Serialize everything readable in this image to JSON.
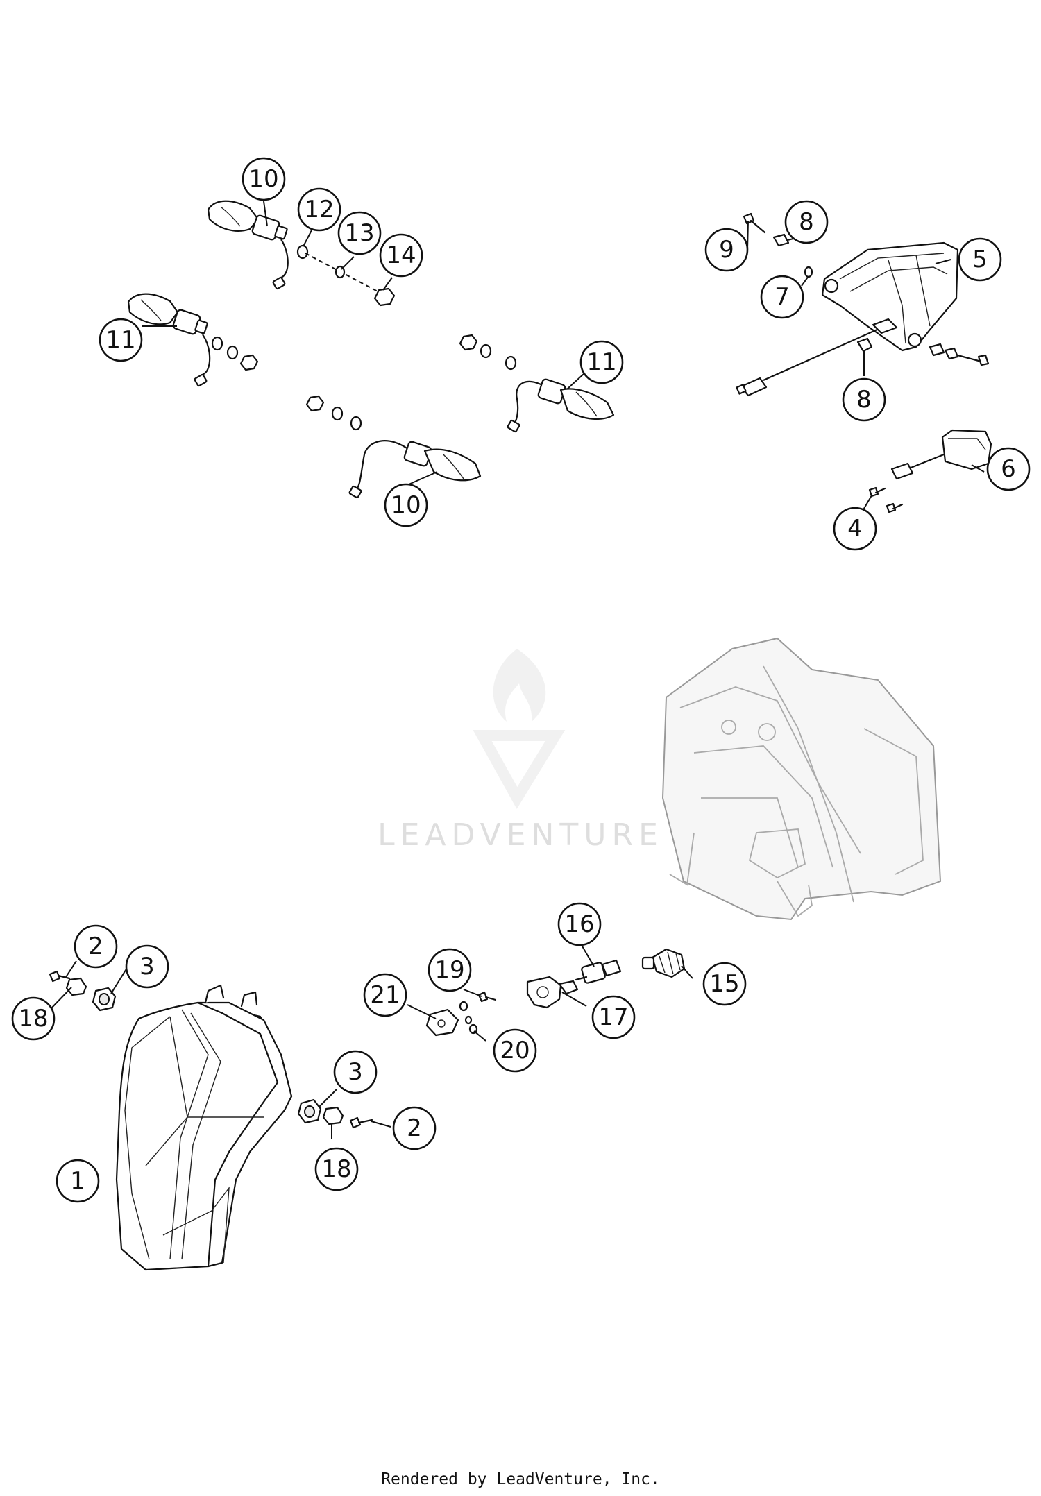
{
  "diagram": {
    "callouts": [
      {
        "id": "c10a",
        "label": "10"
      },
      {
        "id": "c12",
        "label": "12"
      },
      {
        "id": "c13",
        "label": "13"
      },
      {
        "id": "c14",
        "label": "14"
      },
      {
        "id": "c11a",
        "label": "11"
      },
      {
        "id": "c11b",
        "label": "11"
      },
      {
        "id": "c10b",
        "label": "10"
      },
      {
        "id": "c9",
        "label": "9"
      },
      {
        "id": "c8a",
        "label": "8"
      },
      {
        "id": "c5",
        "label": "5"
      },
      {
        "id": "c7",
        "label": "7"
      },
      {
        "id": "c8b",
        "label": "8"
      },
      {
        "id": "c6",
        "label": "6"
      },
      {
        "id": "c4",
        "label": "4"
      },
      {
        "id": "c2a",
        "label": "2"
      },
      {
        "id": "c3a",
        "label": "3"
      },
      {
        "id": "c18a",
        "label": "18"
      },
      {
        "id": "c1",
        "label": "1"
      },
      {
        "id": "c3b",
        "label": "3"
      },
      {
        "id": "c2b",
        "label": "2"
      },
      {
        "id": "c18b",
        "label": "18"
      },
      {
        "id": "c21",
        "label": "21"
      },
      {
        "id": "c19",
        "label": "19"
      },
      {
        "id": "c20",
        "label": "20"
      },
      {
        "id": "c16",
        "label": "16"
      },
      {
        "id": "c17",
        "label": "17"
      },
      {
        "id": "c15",
        "label": "15"
      }
    ]
  },
  "watermark": {
    "text": "LEADVENTURE"
  },
  "footer": {
    "credit": "Rendered by LeadVenture, Inc."
  }
}
